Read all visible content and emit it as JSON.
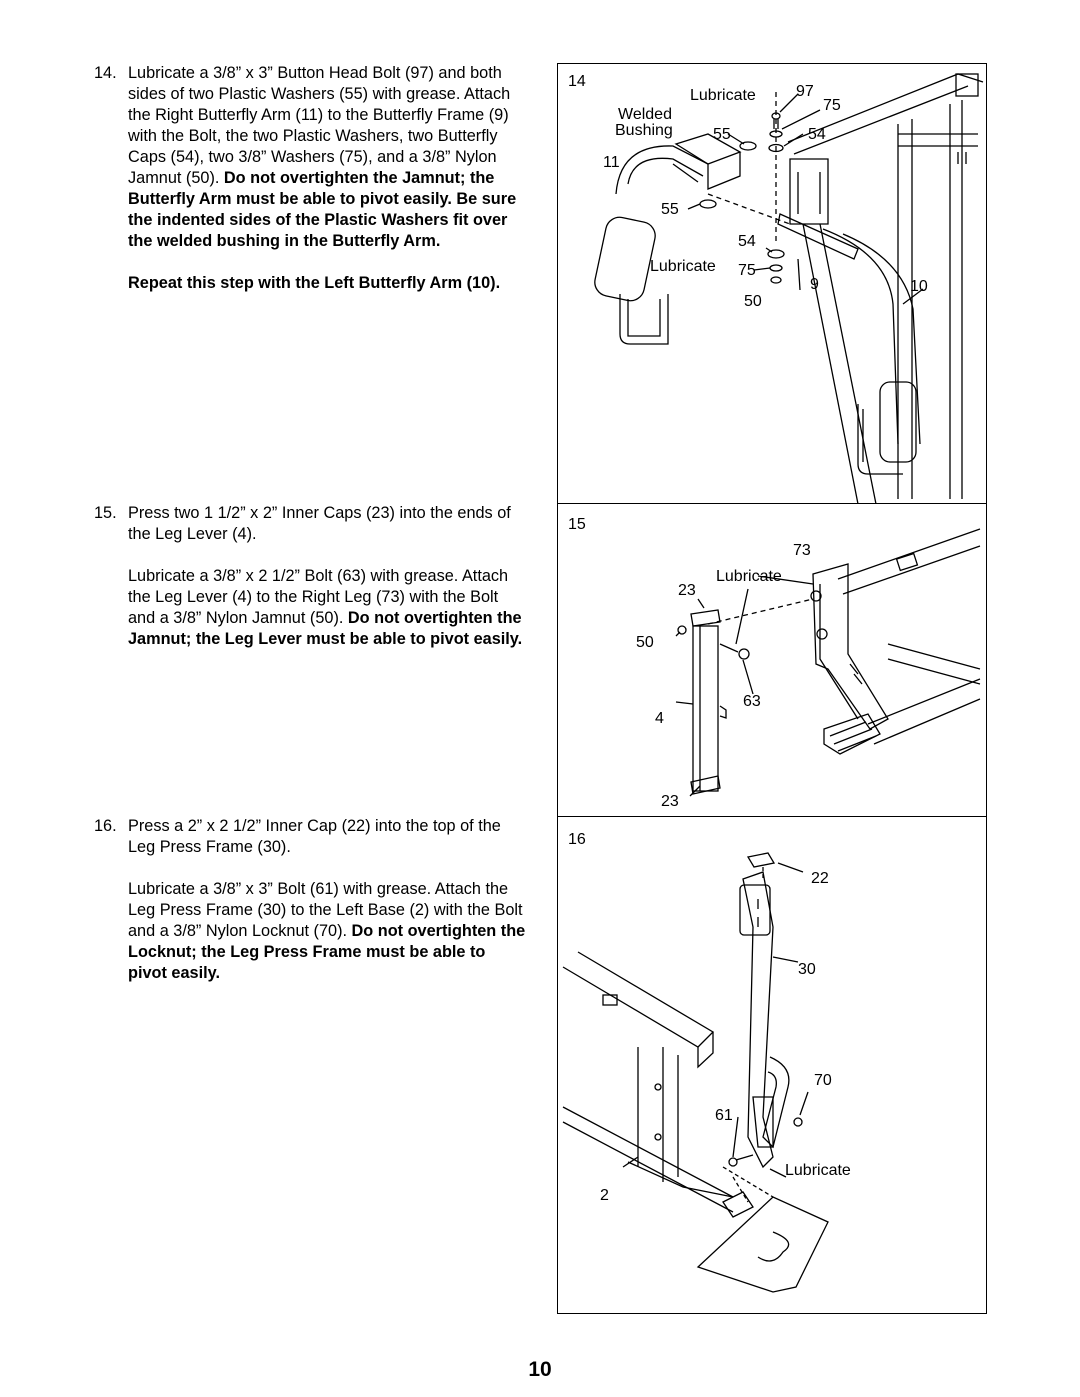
{
  "steps": [
    {
      "number": "14.",
      "paragraphs": [
        {
          "normal": "Lubricate a 3/8” x 3” Button Head Bolt (97) and both sides of two Plastic Washers (55) with grease. Attach the Right Butterfly Arm (11) to the Butterfly Frame (9) with the Bolt, the two Plastic Washers, two Butterfly Caps (54), two 3/8” Washers (75), and a 3/8” Nylon Jamnut (50). ",
          "bold": "Do not overtighten the Jamnut; the Butterfly Arm must be able to pivot easily. Be sure the indented sides of the Plastic Washers fit over the welded bushing in the Butterfly Arm."
        },
        {
          "normal": "",
          "bold": "Repeat this step with the Left Butterfly Arm (10)."
        }
      ]
    },
    {
      "number": "15.",
      "paragraphs": [
        {
          "normal": "Press two 1 1/2” x 2” Inner Caps (23) into the ends of the Leg Lever (4).",
          "bold": ""
        },
        {
          "normal": "Lubricate a 3/8” x 2 1/2” Bolt (63) with grease. Attach the Leg Lever (4) to the Right Leg (73) with the Bolt and a 3/8” Nylon Jamnut (50). ",
          "bold": "Do not overtighten the Jamnut; the Leg Lever must be able to pivot easily."
        }
      ]
    },
    {
      "number": "16.",
      "paragraphs": [
        {
          "normal": "Press a 2” x 2 1/2” Inner Cap (22) into the top of the Leg Press Frame (30).",
          "bold": ""
        },
        {
          "normal": "Lubricate a 3/8” x 3” Bolt (61) with grease. Attach the Leg Press Frame (30) to the Left Base (2) with the Bolt and a 3/8” Nylon Locknut (70). ",
          "bold": "Do not overtighten the Locknut; the Leg Press Frame must be able to pivot easily."
        }
      ]
    }
  ],
  "figures": {
    "fig14": {
      "step": "14",
      "labels": {
        "welded": "Welded",
        "bushing": "Bushing",
        "lubricate_top": "Lubricate",
        "lubricate_mid": "Lubricate",
        "p97": "97",
        "p75a": "75",
        "p55a": "55",
        "p54a": "54",
        "p11": "11",
        "p55b": "55",
        "p54b": "54",
        "p75b": "75",
        "p9": "9",
        "p10": "10",
        "p50": "50"
      }
    },
    "fig15": {
      "step": "15",
      "labels": {
        "p73": "73",
        "lubricate": "Lubricate",
        "p23a": "23",
        "p50": "50",
        "p63": "63",
        "p4": "4",
        "p23b": "23"
      }
    },
    "fig16": {
      "step": "16",
      "labels": {
        "p22": "22",
        "p30": "30",
        "p70": "70",
        "p61": "61",
        "lubricate": "Lubricate",
        "p2": "2"
      }
    }
  },
  "page_number": "10"
}
